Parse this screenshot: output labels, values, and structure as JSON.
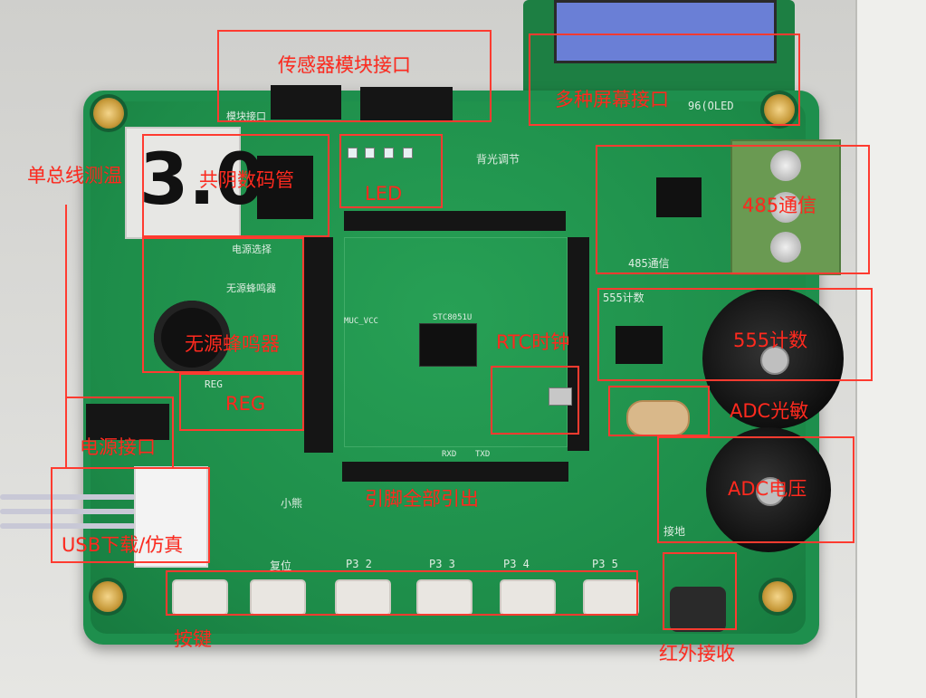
{
  "annotations": {
    "sensor_interface": "传感器模块接口",
    "screen_interface": "多种屏幕接口",
    "single_bus_temp": "单总线测温",
    "common_cathode_7seg": "共阴数码管",
    "led": "LED",
    "rs485": "485通信",
    "timer_555": "555计数",
    "rtc_clock": "RTC时钟",
    "passive_buzzer": "无源蜂鸣器",
    "reg": "REG",
    "power_interface": "电源接口",
    "usb_download": "USB下载/仿真",
    "adc_light": "ADC光敏",
    "adc_voltage": "ADC电压",
    "pins_breakout": "引脚全部引出",
    "keys": "按键",
    "ir_receive": "红外接收"
  },
  "pcb_silkscreen": {
    "mcu_name": "STC8051U",
    "muc_vcc": "MUC_VCC",
    "backlight": "背光调节",
    "rs485_label": "485通信",
    "timer555_label": "555计数",
    "buzzer_select": "无源蜂鸣器",
    "power_select": "电源选择",
    "display_digits": "3.0.",
    "rxd": "RXD",
    "txd": "TXD",
    "reg_label": "REG",
    "oled_label": "96(OLED",
    "sensor_left": "模块接口",
    "xiaoxiong": "小熊",
    "ground": "接地",
    "button_labels": [
      "复位",
      "P3 2",
      "P3 3",
      "P3 4",
      "P3 5"
    ]
  },
  "colors": {
    "annotation_red": "#ff2a1f",
    "pcb_green": "#1e8f4d"
  }
}
